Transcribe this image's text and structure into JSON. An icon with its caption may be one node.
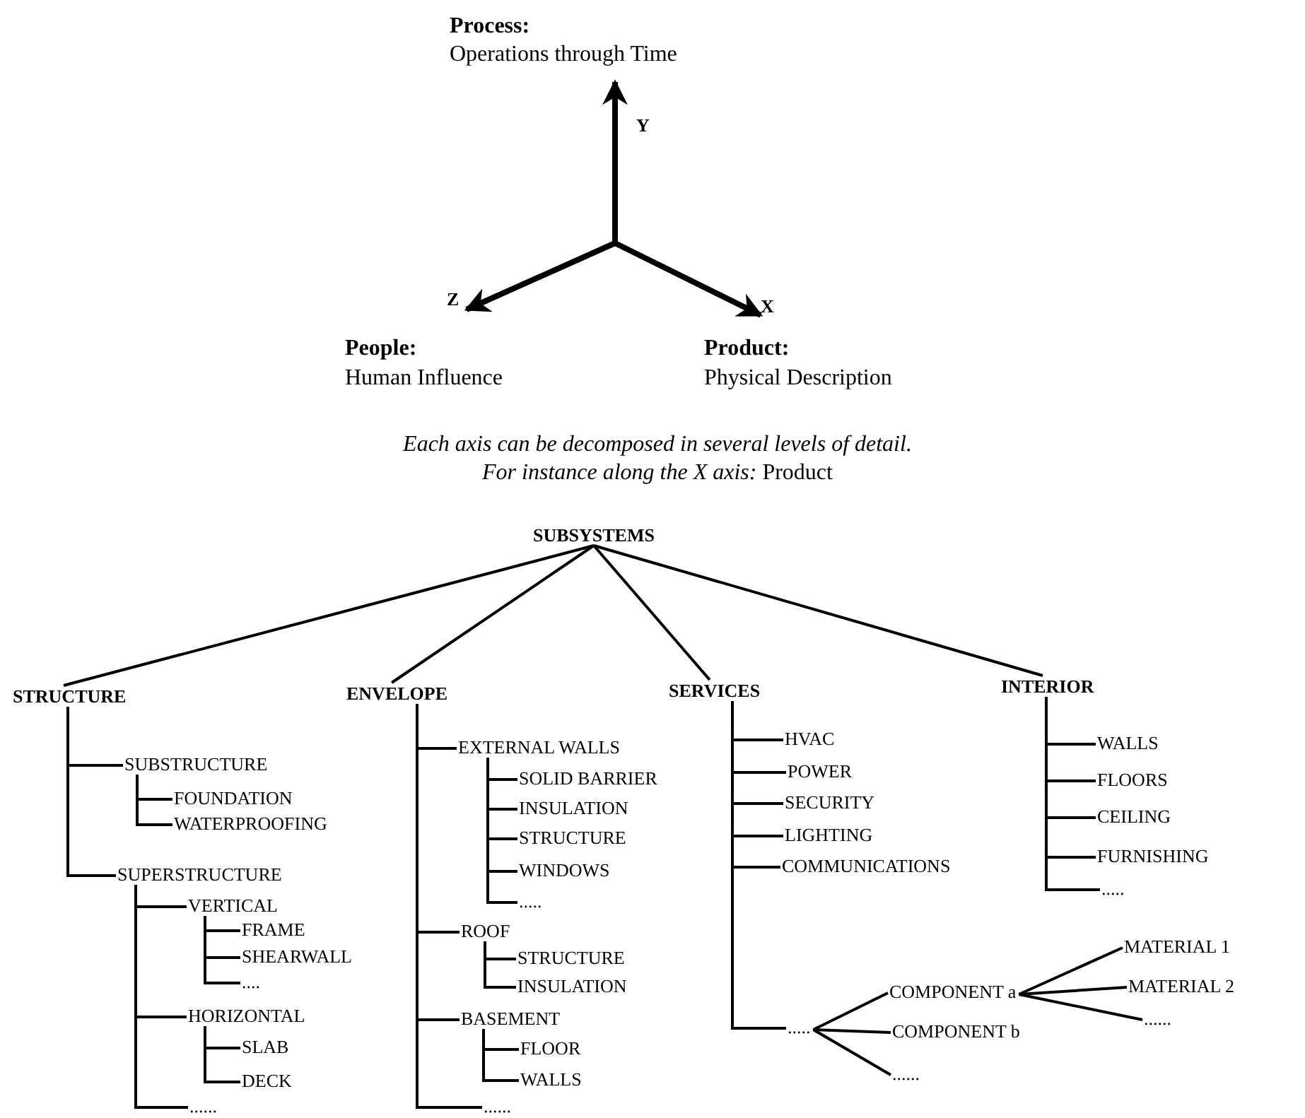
{
  "diagram": {
    "nodes": [
      {
        "text": [
          "SUBSYSTEMS"
        ]
      },
      {
        "text": [
          "STRUCTURE"
        ]
      },
      {
        "text": [
          "SUBSTRUCTURE"
        ]
      },
      {
        "text": [
          "FOUNDATION"
        ]
      },
      {
        "text": [
          "WATERPROOFING"
        ]
      },
      {
        "text": [
          "SUPERSTRUCTURE"
        ]
      },
      {
        "text": [
          "VERTICAL"
        ]
      },
      {
        "text": [
          "FRAME"
        ]
      },
      {
        "text": [
          "SHEARWALL"
        ]
      },
      {
        "text": [
          "...."
        ]
      },
      {
        "text": [
          "HORIZONTAL"
        ]
      },
      {
        "text": [
          "SLAB"
        ]
      },
      {
        "text": [
          "DECK"
        ]
      },
      {
        "text": [
          "......"
        ]
      },
      {
        "text": [
          "ENVELOPE"
        ]
      },
      {
        "text": [
          "EXTERNAL WALLS"
        ]
      },
      {
        "text": [
          "SOLID BARRIER"
        ]
      },
      {
        "text": [
          "INSULATION"
        ]
      },
      {
        "text": [
          "STRUCTURE"
        ]
      },
      {
        "text": [
          "WINDOWS"
        ]
      },
      {
        "text": [
          "....."
        ]
      },
      {
        "text": [
          "ROOF"
        ]
      },
      {
        "text": [
          "STRUCTURE"
        ]
      },
      {
        "text": [
          "INSULATION"
        ]
      },
      {
        "text": [
          "BASEMENT"
        ]
      },
      {
        "text": [
          "FLOOR"
        ]
      },
      {
        "text": [
          "WALLS"
        ]
      },
      {
        "text": [
          "......"
        ]
      },
      {
        "text": [
          "SERVICES"
        ]
      },
      {
        "text": [
          "HVAC"
        ]
      },
      {
        "text": [
          "POWER"
        ]
      },
      {
        "text": [
          "SECURITY"
        ]
      },
      {
        "text": [
          "LIGHTING"
        ]
      },
      {
        "text": [
          "COMMUNICATIONS"
        ]
      },
      {
        "text": [
          "....."
        ]
      },
      {
        "text": [
          "COMPONENT a"
        ]
      },
      {
        "text": [
          "MATERIAL 1"
        ]
      },
      {
        "text": [
          "MATERIAL 2"
        ]
      },
      {
        "text": [
          "......"
        ]
      },
      {
        "text": [
          "COMPONENT b"
        ]
      },
      {
        "text": [
          "......"
        ]
      },
      {
        "text": [
          "INTERIOR"
        ]
      },
      {
        "text": [
          "WALLS"
        ]
      },
      {
        "text": [
          "FLOORS"
        ]
      },
      {
        "text": [
          "CEILING"
        ]
      },
      {
        "text": [
          "FURNISHING"
        ]
      },
      {
        "text": [
          "....."
        ]
      }
    ],
    "edges": [
      {
        "from": 0,
        "to": 1,
        "arrow": "none"
      },
      {
        "from": 0,
        "to": 14,
        "arrow": "none"
      },
      {
        "from": 0,
        "to": 28,
        "arrow": "none"
      },
      {
        "from": 0,
        "to": 41,
        "arrow": "none"
      },
      {
        "from": 1,
        "to": 2,
        "arrow": "none"
      },
      {
        "from": 1,
        "to": 5,
        "arrow": "none"
      },
      {
        "from": 2,
        "to": 3,
        "arrow": "none"
      },
      {
        "from": 2,
        "to": 4,
        "arrow": "none"
      },
      {
        "from": 5,
        "to": 6,
        "arrow": "none"
      },
      {
        "from": 5,
        "to": 10,
        "arrow": "none"
      },
      {
        "from": 5,
        "to": 13,
        "arrow": "none"
      },
      {
        "from": 6,
        "to": 7,
        "arrow": "none"
      },
      {
        "from": 6,
        "to": 8,
        "arrow": "none"
      },
      {
        "from": 6,
        "to": 9,
        "arrow": "none"
      },
      {
        "from": 10,
        "to": 11,
        "arrow": "none"
      },
      {
        "from": 10,
        "to": 12,
        "arrow": "none"
      },
      {
        "from": 14,
        "to": 15,
        "arrow": "none"
      },
      {
        "from": 14,
        "to": 21,
        "arrow": "none"
      },
      {
        "from": 14,
        "to": 24,
        "arrow": "none"
      },
      {
        "from": 14,
        "to": 27,
        "arrow": "none"
      },
      {
        "from": 15,
        "to": 16,
        "arrow": "none"
      },
      {
        "from": 15,
        "to": 17,
        "arrow": "none"
      },
      {
        "from": 15,
        "to": 18,
        "arrow": "none"
      },
      {
        "from": 15,
        "to": 19,
        "arrow": "none"
      },
      {
        "from": 15,
        "to": 20,
        "arrow": "none"
      },
      {
        "from": 21,
        "to": 22,
        "arrow": "none"
      },
      {
        "from": 21,
        "to": 23,
        "arrow": "none"
      },
      {
        "from": 24,
        "to": 25,
        "arrow": "none"
      },
      {
        "from": 24,
        "to": 26,
        "arrow": "none"
      },
      {
        "from": 28,
        "to": 29,
        "arrow": "none"
      },
      {
        "from": 28,
        "to": 30,
        "arrow": "none"
      },
      {
        "from": 28,
        "to": 31,
        "arrow": "none"
      },
      {
        "from": 28,
        "to": 32,
        "arrow": "none"
      },
      {
        "from": 28,
        "to": 33,
        "arrow": "none"
      },
      {
        "from": 28,
        "to": 34,
        "arrow": "none"
      },
      {
        "from": 34,
        "to": 35,
        "arrow": "none"
      },
      {
        "from": 34,
        "to": 39,
        "arrow": "none"
      },
      {
        "from": 34,
        "to": 40,
        "arrow": "none"
      },
      {
        "from": 35,
        "to": 36,
        "arrow": "none"
      },
      {
        "from": 35,
        "to": 37,
        "arrow": "none"
      },
      {
        "from": 35,
        "to": 38,
        "arrow": "none"
      },
      {
        "from": 41,
        "to": 42,
        "arrow": "none"
      },
      {
        "from": 41,
        "to": 43,
        "arrow": "none"
      },
      {
        "from": 41,
        "to": 44,
        "arrow": "none"
      },
      {
        "from": 41,
        "to": 45,
        "arrow": "none"
      },
      {
        "from": 41,
        "to": 46,
        "arrow": "none"
      }
    ],
    "labels": [
      "Process:",
      "Operations through Time",
      "Y",
      "Z",
      "X",
      "People:",
      "Human Influence",
      "Product:",
      "Physical Description",
      "Each axis can be decomposed in several levels of detail.",
      "*For instance along the X axis:* Product"
    ]
  }
}
